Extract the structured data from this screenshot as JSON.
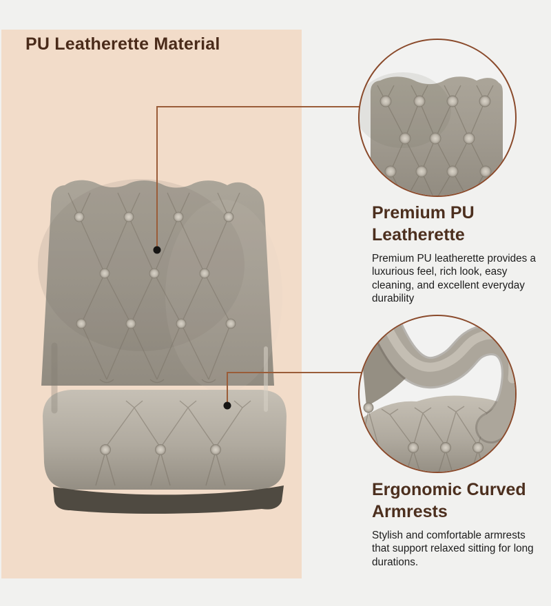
{
  "page": {
    "title": "PU Leatherette Material"
  },
  "colors": {
    "page_background": "#f1f1ef",
    "panel_background": "#f2dcc9",
    "accent_line": "#9a5c38",
    "circle_border": "#8a4a2b",
    "callout_dot": "#161514",
    "heading_text": "#4c2f1e",
    "body_text": "#1c1c1c",
    "leather": "#a29c91"
  },
  "features": [
    {
      "heading": "Premium PU\nLeatherette",
      "description": "Premium PU leatherette provides a\nluxurious feel, rich look, easy\ncleaning, and excellent everyday\ndurability"
    },
    {
      "heading": "Ergonomic Curved\nArmrests",
      "description": "Stylish and comfortable armrests\nthat support relaxed sitting for long\ndurations."
    }
  ]
}
